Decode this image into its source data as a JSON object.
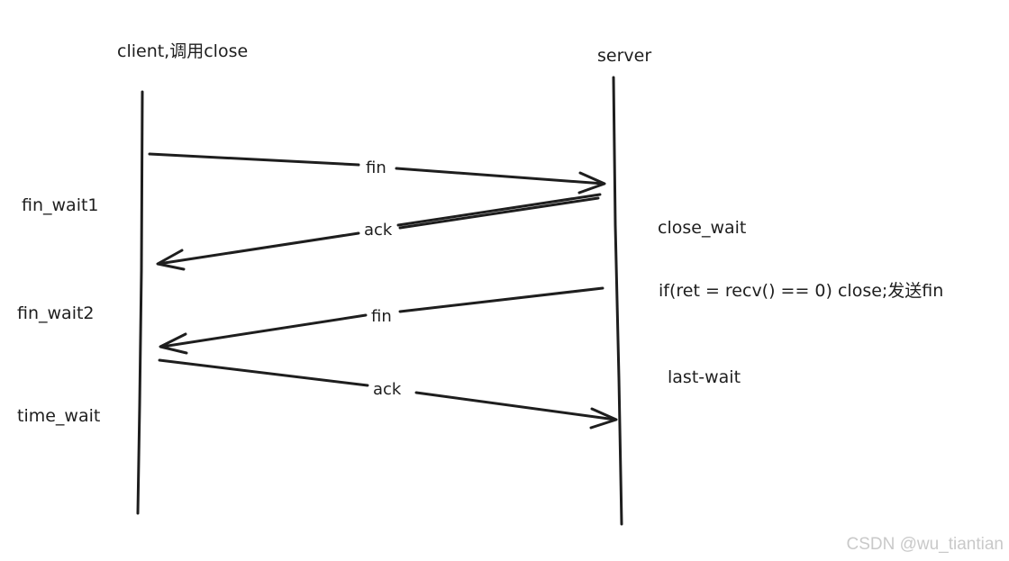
{
  "actors": {
    "client": "client,调用close",
    "server": "server"
  },
  "messages": [
    {
      "label": "fin",
      "direction": "client-to-server"
    },
    {
      "label": "ack",
      "direction": "server-to-client"
    },
    {
      "label": "fin",
      "direction": "server-to-client"
    },
    {
      "label": "ack",
      "direction": "client-to-server"
    }
  ],
  "client_states": [
    "fin_wait1",
    "fin_wait2",
    "time_wait"
  ],
  "server_states": [
    "close_wait",
    "if(ret = recv() == 0)  close;发送fin",
    "last-wait"
  ],
  "watermark": "CSDN @wu_tiantian"
}
